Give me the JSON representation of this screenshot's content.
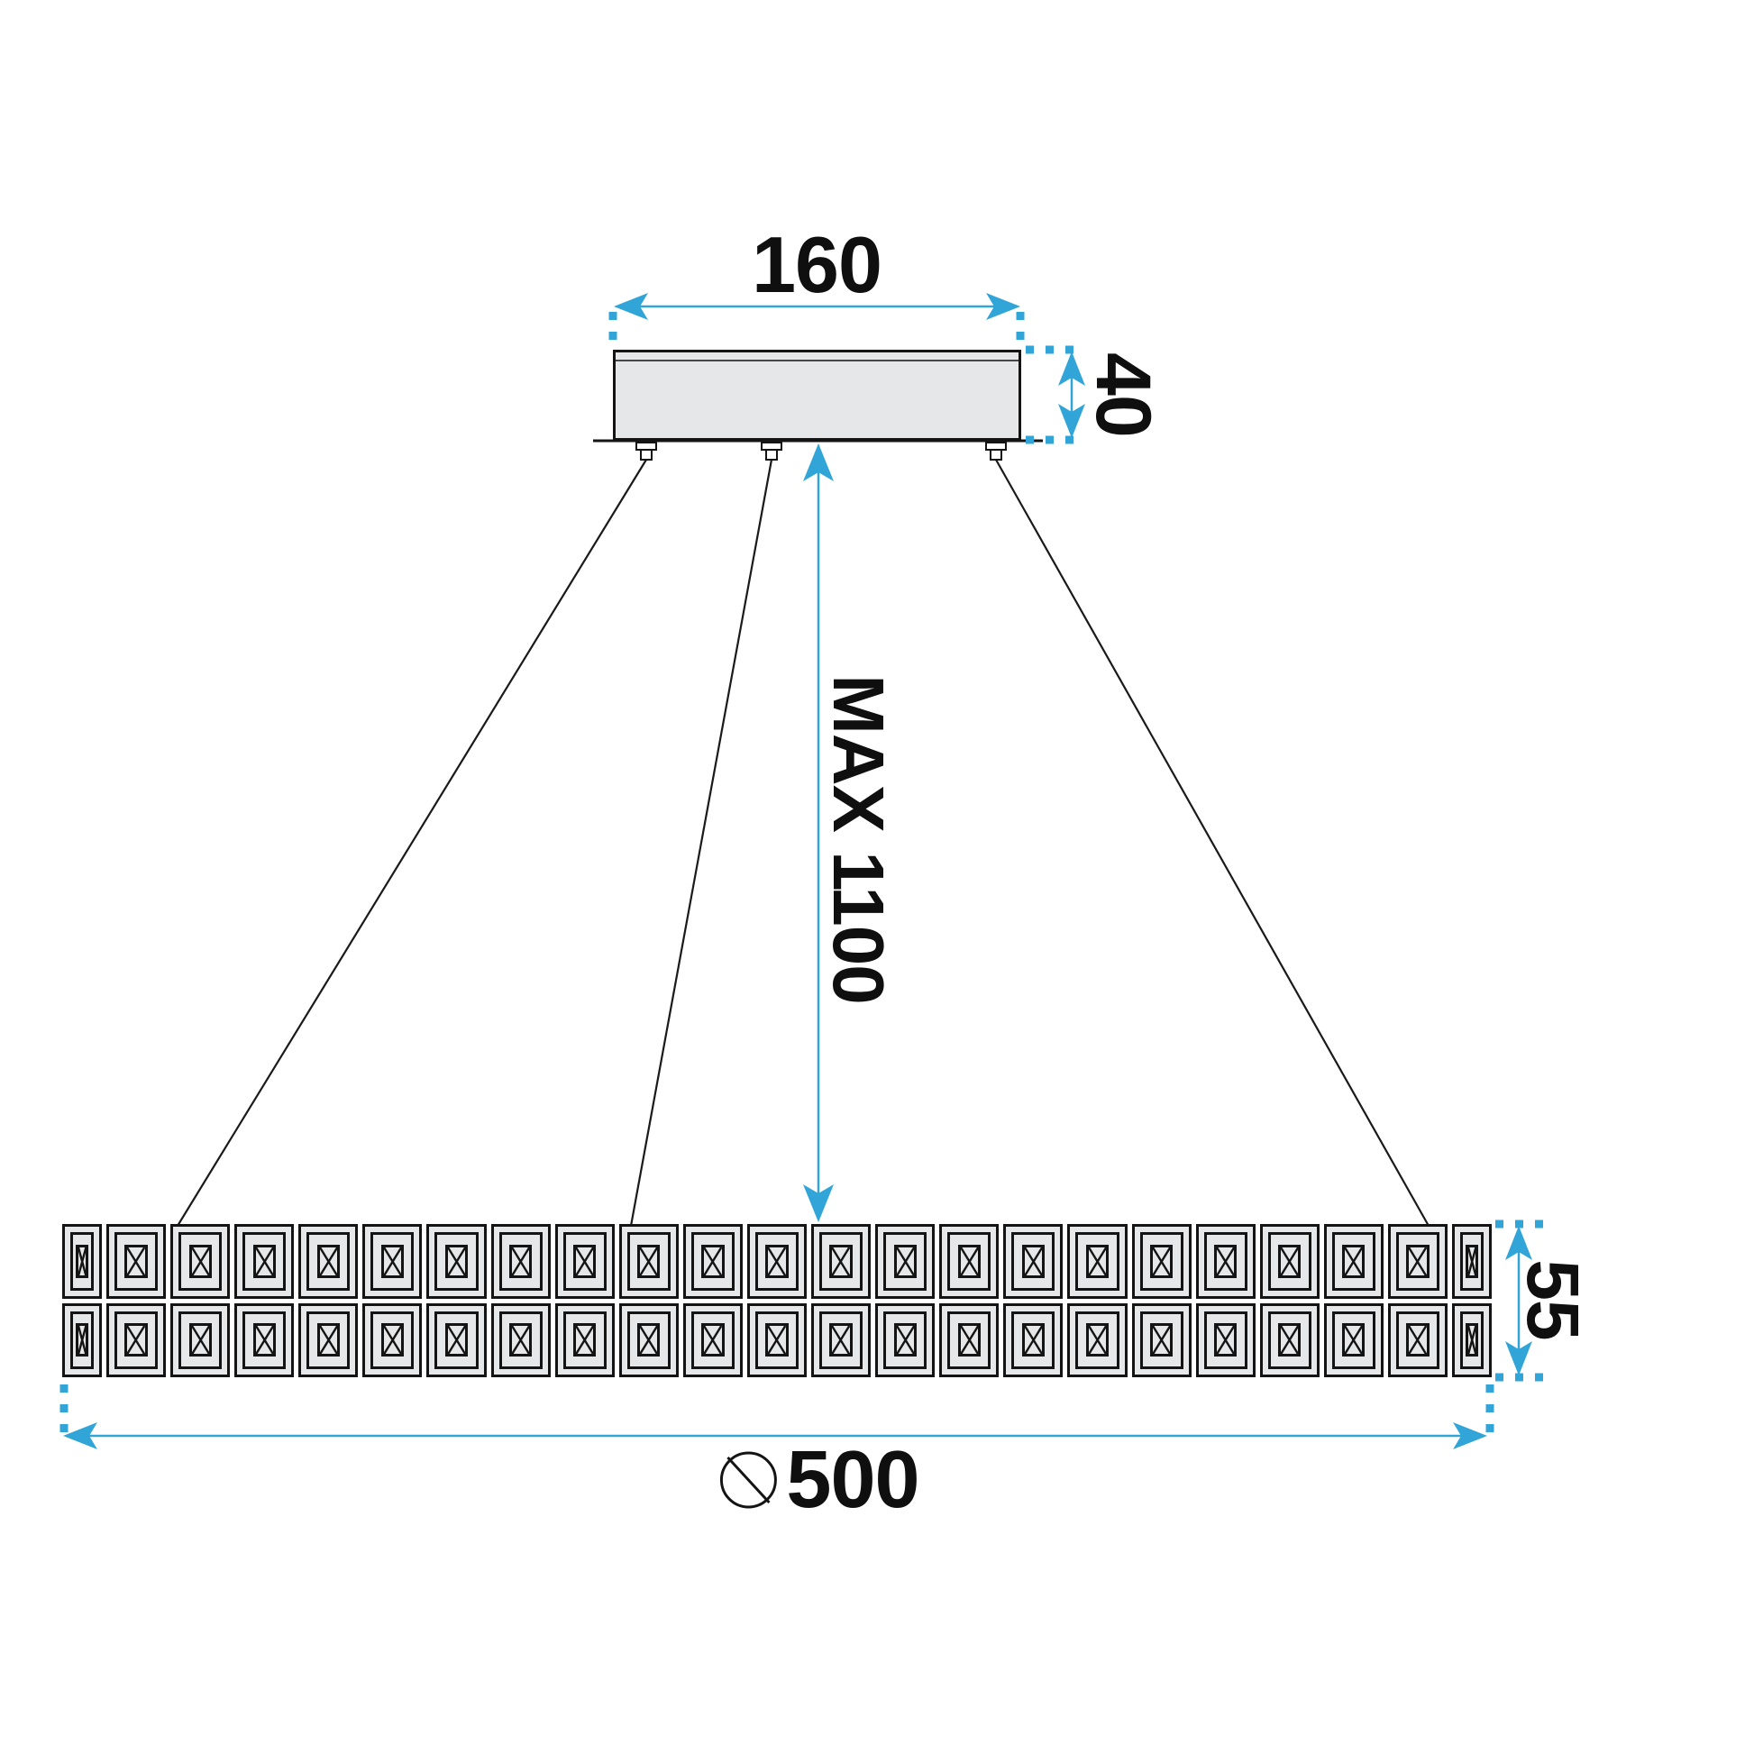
{
  "labels": {
    "canopy_width": "160",
    "canopy_depth": "40",
    "max_drop": "MAX 1100",
    "band_height": "55",
    "diameter_value": "500",
    "diameter_symbol": "⌀"
  },
  "band": {
    "rows": 2,
    "columns": 23
  },
  "colors": {
    "accent_blue": "#31A5D8",
    "fill_gray": "#E6E7E8",
    "line_black": "#141414"
  }
}
